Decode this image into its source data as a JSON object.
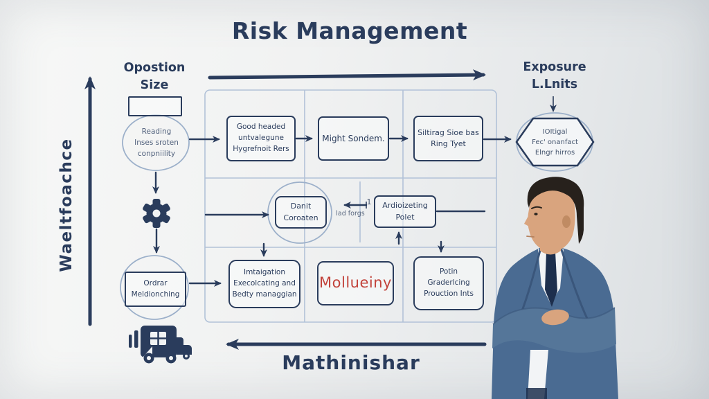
{
  "title": "Risk Management",
  "colors": {
    "ink": "#2a3c5c",
    "grid_line": "#b2c2d8",
    "sketch": "#9cb0ca",
    "red_text": "#c2423a",
    "suit": "#4a6b92",
    "suit_light": "#557699",
    "suit_dark": "#3a567b",
    "shirt": "#f2f4f6",
    "tie": "#1d2f4d",
    "skin": "#d9a47e",
    "skin_dark": "#c08b63",
    "hair": "#27211c"
  },
  "labels": {
    "y_axis": "Waeltfoachce",
    "bottom_axis": "Mathinishar",
    "position_size": "Opostion\nSize",
    "exposure_limits": "Exposure\nL.Lnits"
  },
  "nodes": {
    "entry_circle": "Reading\nInses sroten\nconpniility",
    "step1": "Good headed\nuntvalegune\nHygrefnoit Rers",
    "step2": "Might Sondem.",
    "step3": "Siltirag Sioe bas\nRing Tyet",
    "hexagon": "IOItigal\nFec' onanfact\nElngr hirros",
    "mid_box": "Danit\nCoroaten",
    "annotation_number": "1",
    "annotation_text": "lad forgs",
    "alert_box": "Ardioizeting\nPolet",
    "order_box": "Ordrar\nMeldionching",
    "mitigation_box": "Imtaigation\nExecolcating and\nBedty managgian",
    "highlight_box": "Mollueiny",
    "limits_box": "Potin\nGraderlcing\nProuction Ints"
  },
  "icons": {
    "gear": "gear-icon",
    "truck": "delivery-truck-icon"
  },
  "figure": "businessman-arms-crossed"
}
